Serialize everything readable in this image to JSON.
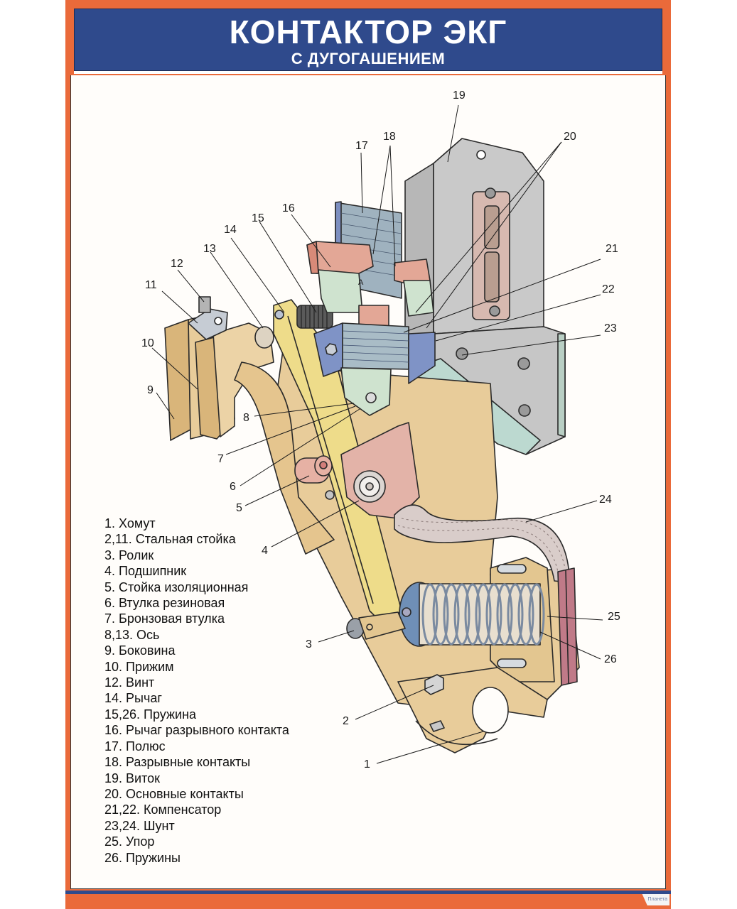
{
  "header": {
    "title": "КОНТАКТОР ЭКГ",
    "subtitle": "С ДУГОГАШЕНИЕМ"
  },
  "diagram": {
    "gap_marker": "А",
    "callouts": [
      {
        "num": "1"
      },
      {
        "num": "2"
      },
      {
        "num": "3"
      },
      {
        "num": "4"
      },
      {
        "num": "5"
      },
      {
        "num": "6"
      },
      {
        "num": "7"
      },
      {
        "num": "8"
      },
      {
        "num": "9"
      },
      {
        "num": "10"
      },
      {
        "num": "11"
      },
      {
        "num": "12"
      },
      {
        "num": "13"
      },
      {
        "num": "14"
      },
      {
        "num": "15"
      },
      {
        "num": "16"
      },
      {
        "num": "17"
      },
      {
        "num": "18"
      },
      {
        "num": "19"
      },
      {
        "num": "20"
      },
      {
        "num": "21"
      },
      {
        "num": "22"
      },
      {
        "num": "23"
      },
      {
        "num": "24"
      },
      {
        "num": "25"
      },
      {
        "num": "26"
      }
    ]
  },
  "legend": [
    "1. Хомут",
    "2,11. Стальная стойка",
    "3. Ролик",
    "4. Подшипник",
    "5. Стойка изоляционная",
    "6. Втулка резиновая",
    "7. Бронзовая втулка",
    "8,13. Ось",
    "9. Боковина",
    "10. Прижим",
    "12. Винт",
    "14. Рычаг",
    "15,26. Пружина",
    "16. Рычаг разрывного контакта",
    "17. Полюс",
    "18. Разрывные контакты",
    "19. Виток",
    "20. Основные контакты",
    "21,22. Компенсатор",
    "23,24. Шунт",
    "25. Упор",
    "26. Пружины"
  ],
  "footer": {
    "logo_text": "Планета"
  },
  "colors": {
    "frame": "#ea6a3a",
    "header": "#2f4a8c",
    "body_tan": "#e8cc9a",
    "lever_yellow": "#eedc8a",
    "copper": "#e3a796",
    "steel_gray": "#c8c8c8",
    "insulator_blue": "#7f93c6",
    "green_part": "#cfe3cf",
    "spring_cap": "#6f8fb7"
  }
}
